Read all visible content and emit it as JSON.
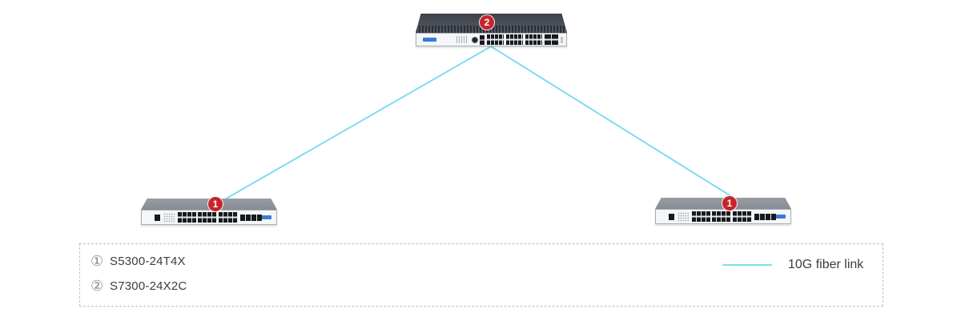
{
  "diagram": {
    "title": "switch-topology",
    "link_color": "#7fdcf2",
    "badge_color": "#c9242b",
    "devices": [
      {
        "id": "core",
        "model": "S7300-24X2C",
        "badge": "2"
      },
      {
        "id": "access-left",
        "model": "S5300-24T4X",
        "badge": "1"
      },
      {
        "id": "access-right",
        "model": "S5300-24T4X",
        "badge": "1"
      }
    ]
  },
  "legend": {
    "items": [
      {
        "marker": "①",
        "label": "S5300-24T4X"
      },
      {
        "marker": "②",
        "label": "S7300-24X2C"
      }
    ],
    "link": {
      "label": "10G fiber link",
      "color": "#7fdcf2"
    }
  }
}
